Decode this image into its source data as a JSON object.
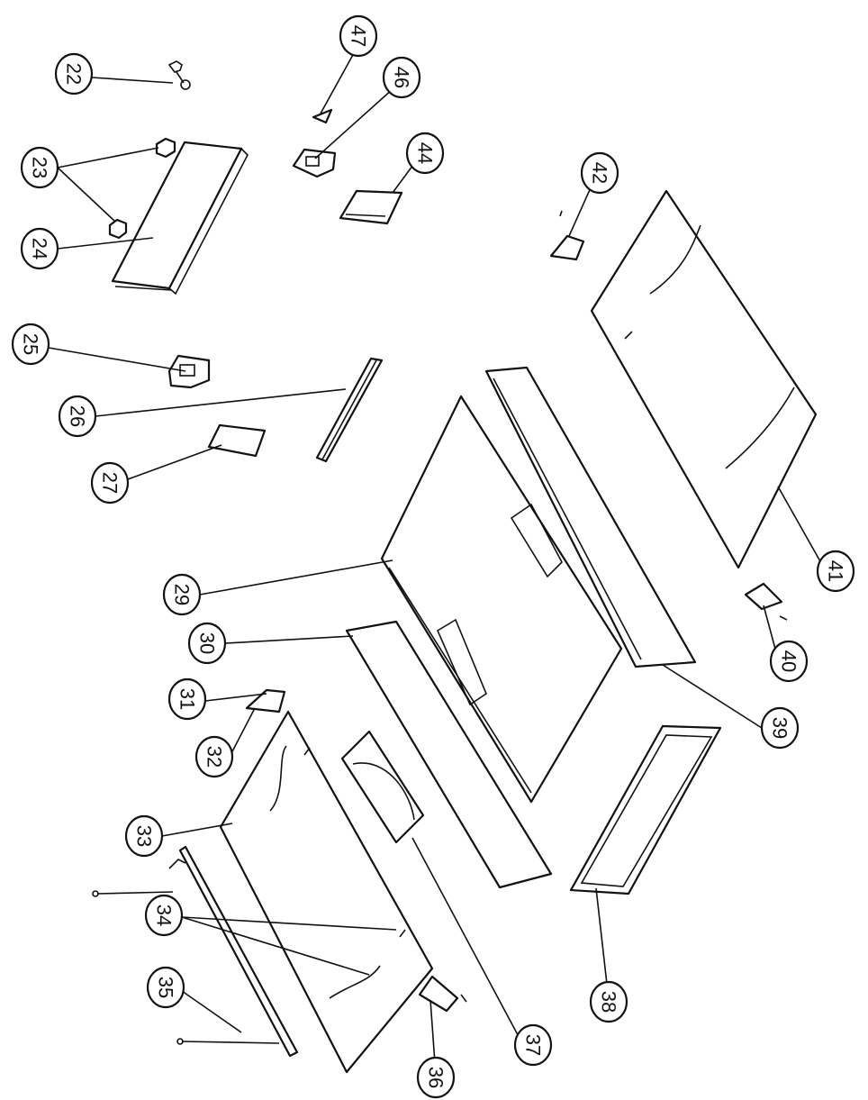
{
  "diagram": {
    "callouts": [
      {
        "id": "c22",
        "label": "22"
      },
      {
        "id": "c23",
        "label": "23"
      },
      {
        "id": "c24",
        "label": "24"
      },
      {
        "id": "c25",
        "label": "25"
      },
      {
        "id": "c26",
        "label": "26"
      },
      {
        "id": "c27",
        "label": "27"
      },
      {
        "id": "c29",
        "label": "29"
      },
      {
        "id": "c30",
        "label": "30"
      },
      {
        "id": "c31",
        "label": "31"
      },
      {
        "id": "c32",
        "label": "32"
      },
      {
        "id": "c33",
        "label": "33"
      },
      {
        "id": "c34",
        "label": "34"
      },
      {
        "id": "c35",
        "label": "35"
      },
      {
        "id": "c36",
        "label": "36"
      },
      {
        "id": "c37",
        "label": "37"
      },
      {
        "id": "c38",
        "label": "38"
      },
      {
        "id": "c39",
        "label": "39"
      },
      {
        "id": "c40",
        "label": "40"
      },
      {
        "id": "c41",
        "label": "41"
      },
      {
        "id": "c42",
        "label": "42"
      },
      {
        "id": "c44",
        "label": "44"
      },
      {
        "id": "c46",
        "label": "46"
      },
      {
        "id": "c47",
        "label": "47"
      }
    ]
  }
}
